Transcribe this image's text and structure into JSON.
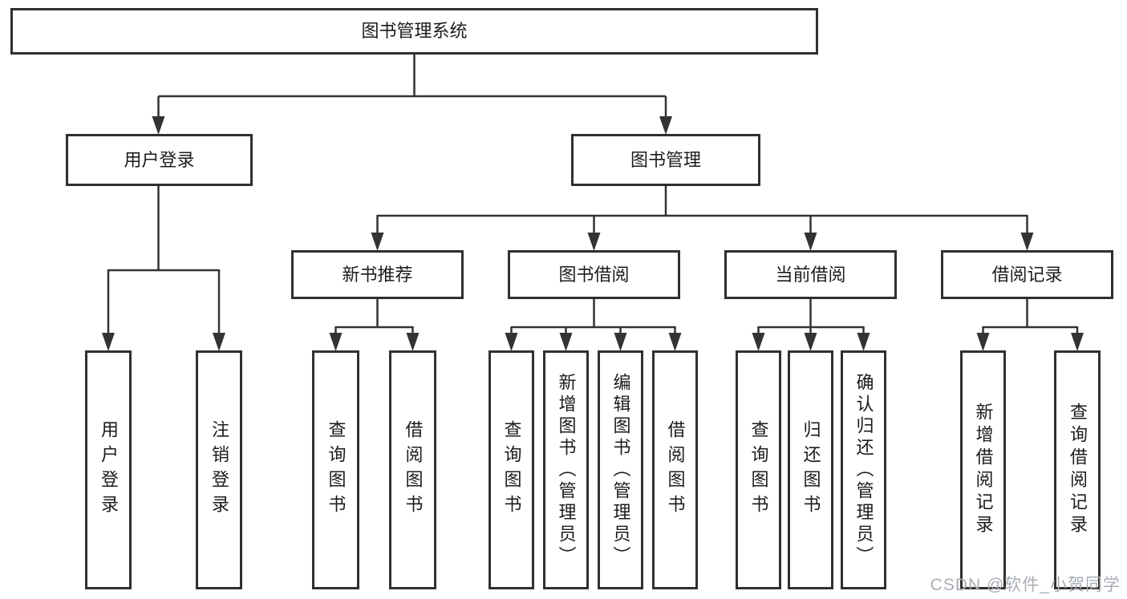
{
  "chart": {
    "root": {
      "label": "图书管理系统"
    },
    "branches": {
      "login": {
        "label": "用户登录",
        "children": [
          "用户登录",
          "注销登录"
        ]
      },
      "mgmt": {
        "label": "图书管理"
      },
      "newbook": {
        "label": "新书推荐",
        "children": [
          "查询图书",
          "借阅图书"
        ]
      },
      "borrow": {
        "label": "图书借阅",
        "children": [
          "查询图书",
          "新增图书（管理员）",
          "编辑图书（管理员）",
          "借阅图书"
        ]
      },
      "current": {
        "label": "当前借阅",
        "children": [
          "查询图书",
          "归还图书",
          "确认归还（管理员）"
        ]
      },
      "records": {
        "label": "借阅记录",
        "children": [
          "新增借阅记录",
          "查询借阅记录"
        ]
      }
    }
  },
  "watermark": {
    "text": "CSDN @软件_小贺同学"
  },
  "colors": {
    "line": "#333333",
    "node_border": "#303030",
    "node_background": "#ffffff",
    "text": "#1c1c1c",
    "watermark": "#a9aeb6",
    "page_background": "#ffffff"
  }
}
